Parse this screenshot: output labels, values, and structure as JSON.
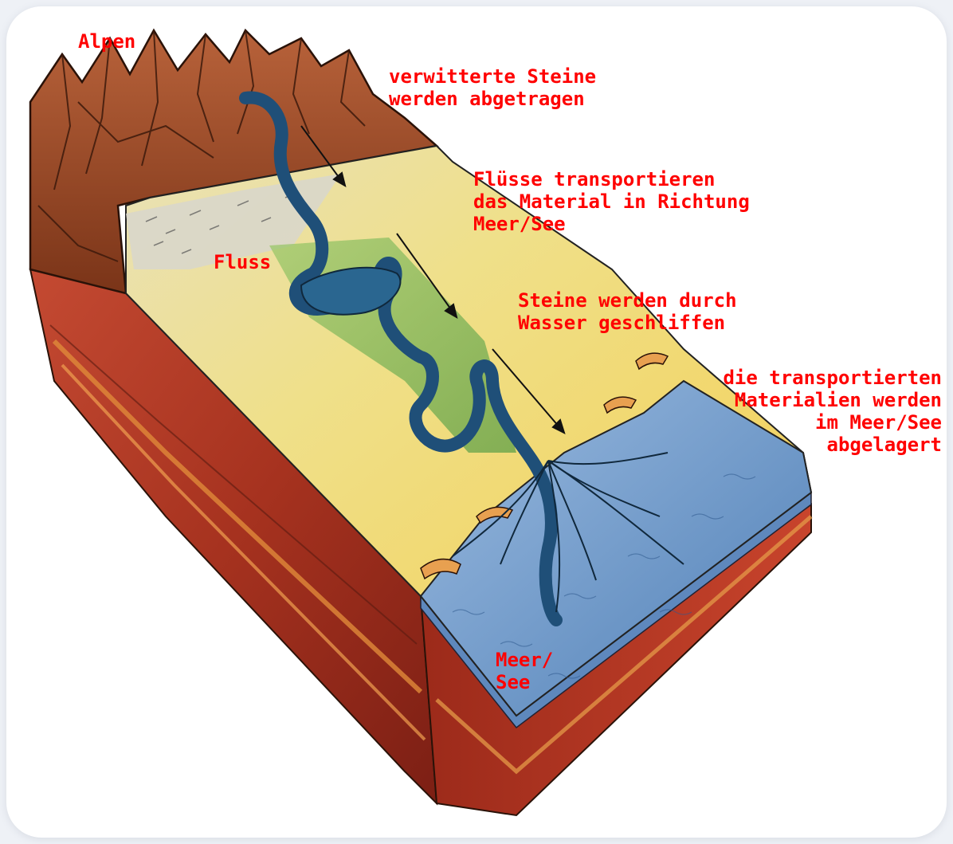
{
  "colors": {
    "label": "#ff0000",
    "mountain": "#a0502a",
    "mountain_dark": "#6e2a16",
    "plain_yellow": "#ecd97a",
    "plain_green": "#7db85a",
    "river": "#1f4f78",
    "sea": "#6d9cc8",
    "cliff_red": "#b23a2a",
    "cliff_orange": "#d98a3c",
    "outline": "#222222"
  },
  "labels": {
    "alpen": "Alpen",
    "verwittert": [
      "verwitterte Steine",
      "werden abgetragen"
    ],
    "fluesse": [
      "Flüsse transportieren",
      "das Material in Richtung",
      "Meer/See"
    ],
    "fluss": "Fluss",
    "steine": [
      "Steine werden durch",
      "Wasser geschliffen"
    ],
    "materialien": [
      "die transportierten",
      "Materialien werden",
      "im Meer/See",
      "abgelagert"
    ],
    "meer": [
      "Meer/",
      "See"
    ]
  }
}
